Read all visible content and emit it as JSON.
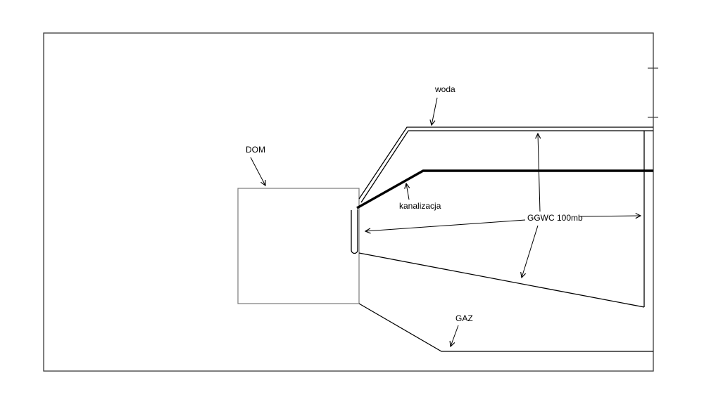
{
  "diagram": {
    "title": "utility-site-plan",
    "labels": {
      "woda": "woda",
      "dom": "DOM",
      "kanalizacja": "kanalizacja",
      "ggwc": "GGWC 100mb",
      "gaz": "GAZ"
    },
    "colors": {
      "background": "#ffffff",
      "line": "#000000",
      "boundary": "#3a3a3a",
      "house": "#7a7a7a"
    }
  }
}
